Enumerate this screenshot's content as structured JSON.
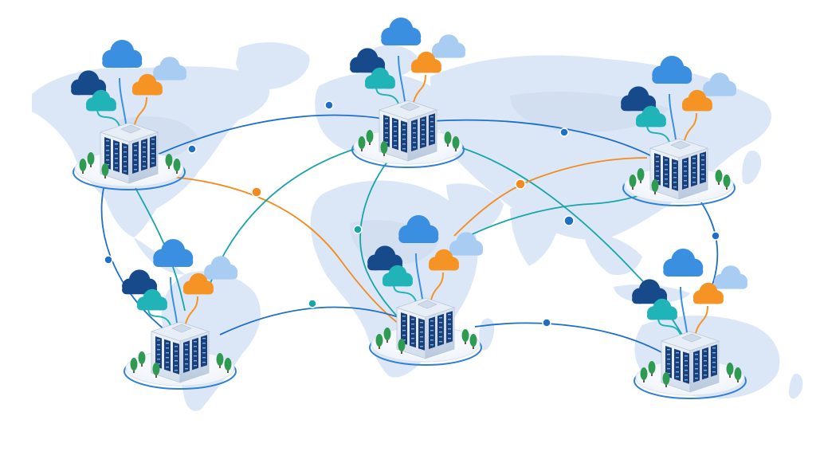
{
  "diagram": {
    "nodes": [
      {
        "id": "north-america",
        "clouds": [
          "navy",
          "blue",
          "teal",
          "orange",
          "lightblue"
        ]
      },
      {
        "id": "europe",
        "clouds": [
          "navy",
          "blue",
          "teal",
          "orange",
          "lightblue"
        ]
      },
      {
        "id": "east-asia",
        "clouds": [
          "navy",
          "blue",
          "teal",
          "orange",
          "lightblue"
        ]
      },
      {
        "id": "south-america",
        "clouds": [
          "navy",
          "blue",
          "teal",
          "orange",
          "lightblue"
        ]
      },
      {
        "id": "africa",
        "clouds": [
          "navy",
          "blue",
          "teal",
          "orange",
          "lightblue"
        ]
      },
      {
        "id": "australia",
        "clouds": [
          "navy",
          "blue",
          "teal",
          "orange",
          "lightblue"
        ]
      }
    ],
    "links": [
      {
        "from": "north-america",
        "to": "europe",
        "color": "blue"
      },
      {
        "from": "europe",
        "to": "east-asia",
        "color": "blue"
      },
      {
        "from": "north-america",
        "to": "south-america",
        "color": "blue"
      },
      {
        "from": "north-america",
        "to": "south-america",
        "color": "teal"
      },
      {
        "from": "north-america",
        "to": "africa",
        "color": "orange"
      },
      {
        "from": "europe",
        "to": "south-america",
        "color": "teal"
      },
      {
        "from": "europe",
        "to": "africa",
        "color": "teal"
      },
      {
        "from": "europe",
        "to": "australia",
        "color": "teal"
      },
      {
        "from": "africa",
        "to": "east-asia",
        "color": "orange"
      },
      {
        "from": "africa",
        "to": "east-asia",
        "color": "teal"
      },
      {
        "from": "south-america",
        "to": "africa",
        "color": "blue"
      },
      {
        "from": "africa",
        "to": "australia",
        "color": "blue"
      },
      {
        "from": "east-asia",
        "to": "australia",
        "color": "blue"
      }
    ]
  },
  "colors": {
    "map_land": "#dbe7f6",
    "map_land_dark": "#c6d8ef",
    "link_blue": "#1e6fc8",
    "link_teal": "#17a5a8",
    "link_orange": "#f28a1e",
    "cloud_navy": "#174a8b",
    "cloud_blue": "#3a8fe0",
    "cloud_teal": "#20b3b8",
    "cloud_orange": "#f59324",
    "cloud_lightblue": "#a9cdf2",
    "building_top": "#e8eef6",
    "building_side": "#c9d6e6",
    "window": "#1d3f78",
    "window_light": "#6fb0f0",
    "tree": "#2e9a52",
    "platform_ring": "#2f7fd8"
  }
}
